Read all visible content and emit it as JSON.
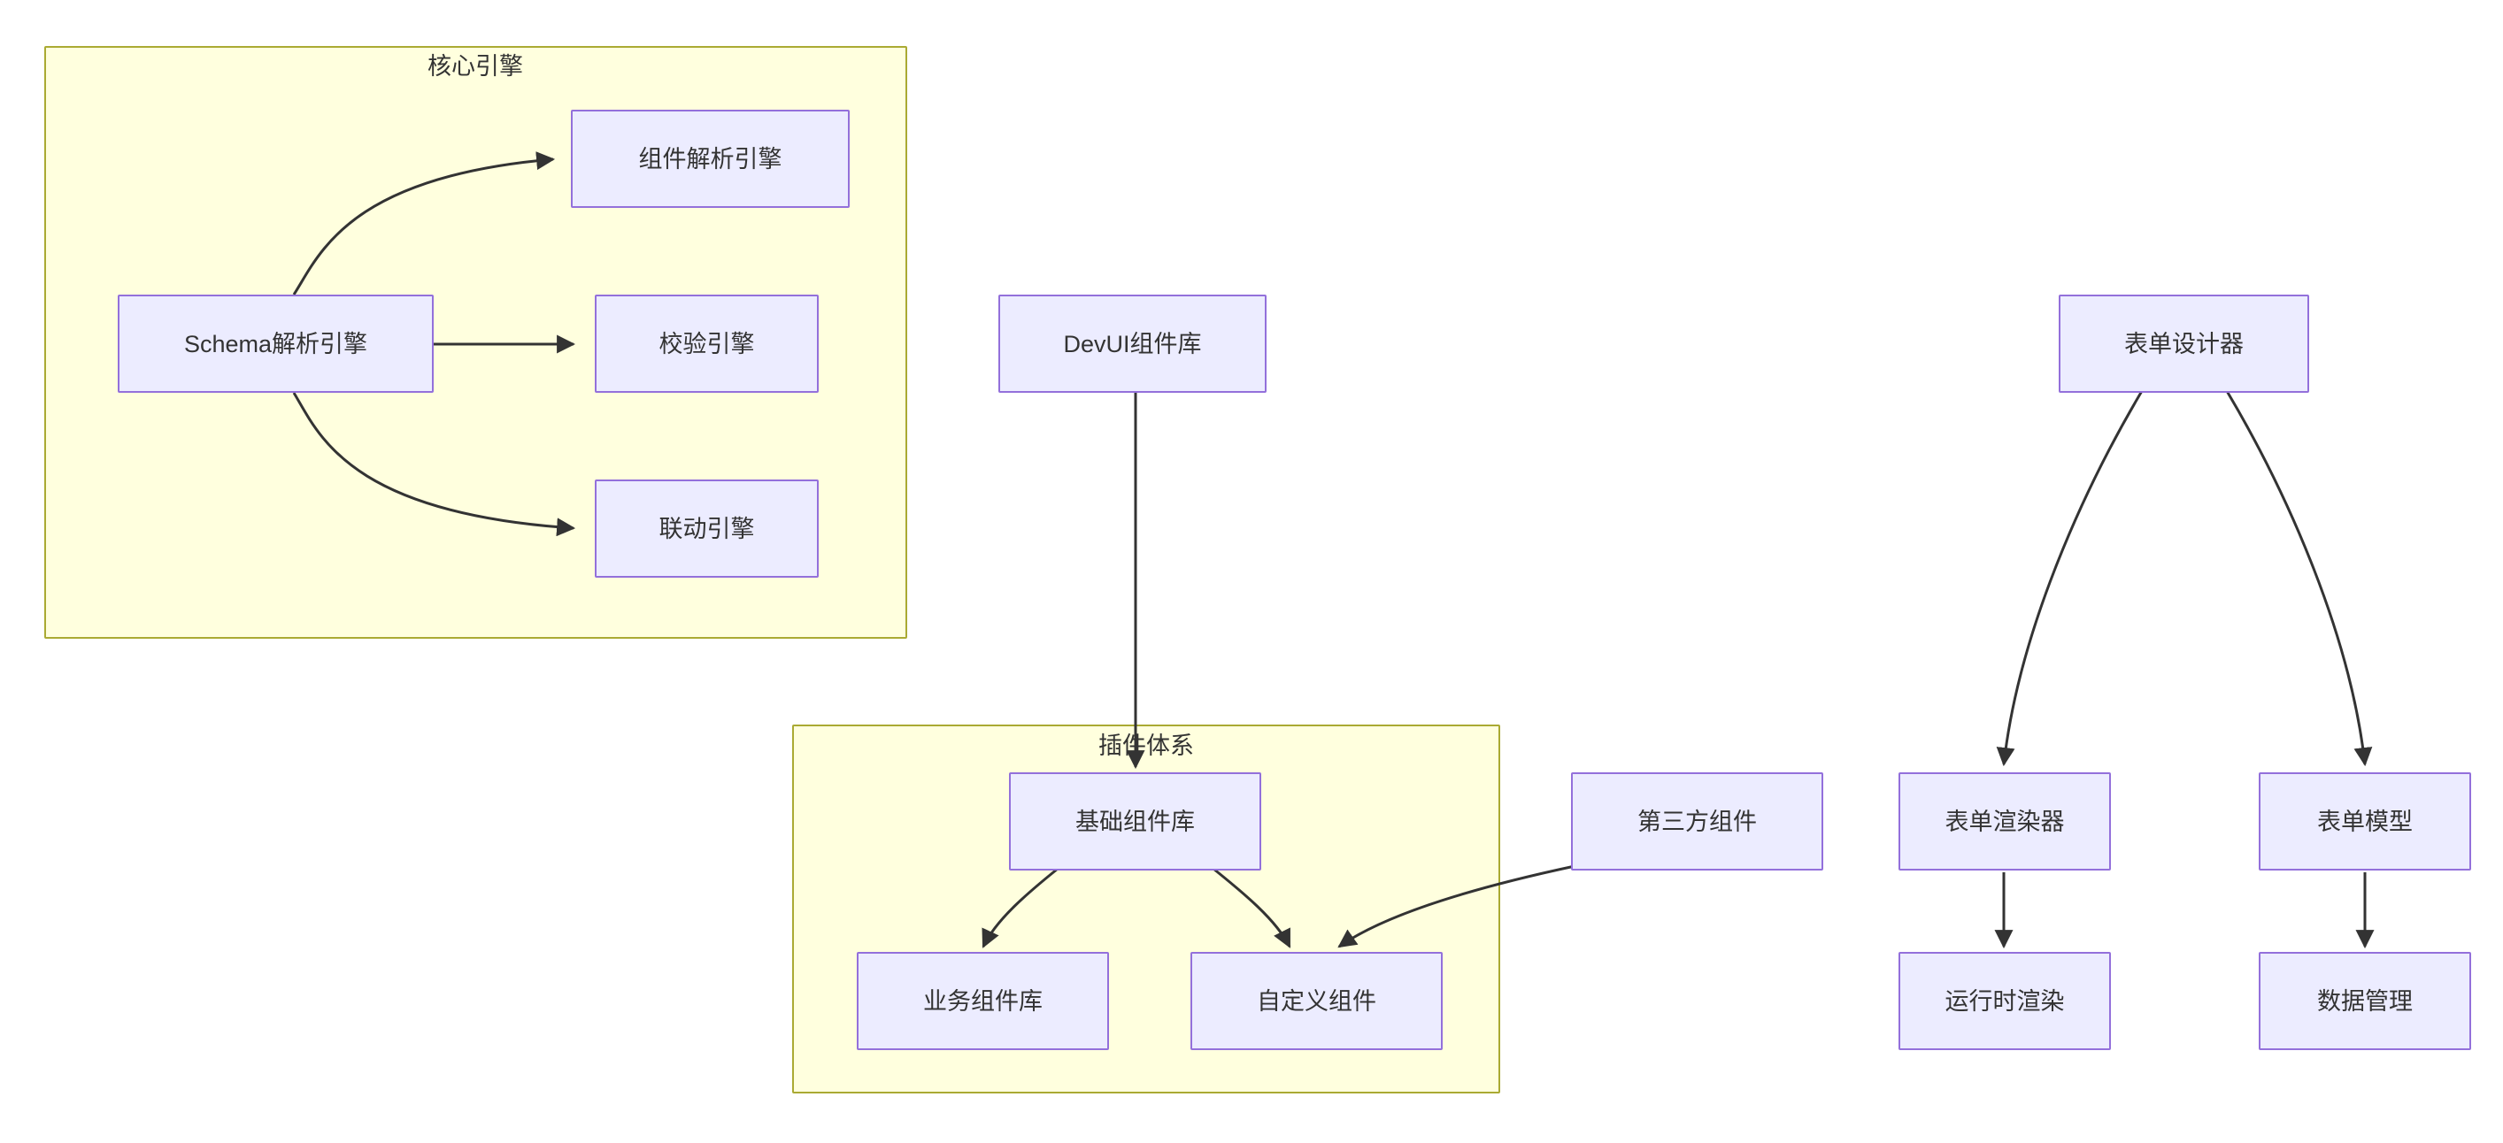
{
  "diagram": {
    "type": "flowchart",
    "title": "",
    "background": "#ffffff",
    "node_fill": "#ececff",
    "node_stroke": "#9370db",
    "cluster_fill": "#ffffde",
    "cluster_stroke": "#aaaa33",
    "edge_stroke": "#333333",
    "text_color": "#333333"
  },
  "clusters": [
    {
      "id": "core-engine",
      "title": "核心引擎"
    },
    {
      "id": "plugin-system",
      "title": "插件体系"
    }
  ],
  "nodes": [
    {
      "id": "schema-parser",
      "label": "Schema解析引擎"
    },
    {
      "id": "component-parser",
      "label": "组件解析引擎"
    },
    {
      "id": "validation-engine",
      "label": "校验引擎"
    },
    {
      "id": "linkage-engine",
      "label": "联动引擎"
    },
    {
      "id": "devui-library",
      "label": "DevUI组件库"
    },
    {
      "id": "base-component-library",
      "label": "基础组件库"
    },
    {
      "id": "business-component-library",
      "label": "业务组件库"
    },
    {
      "id": "custom-component",
      "label": "自定义组件"
    },
    {
      "id": "third-party-component",
      "label": "第三方组件"
    },
    {
      "id": "form-designer",
      "label": "表单设计器"
    },
    {
      "id": "form-renderer",
      "label": "表单渲染器"
    },
    {
      "id": "form-model",
      "label": "表单模型"
    },
    {
      "id": "runtime-render",
      "label": "运行时渲染"
    },
    {
      "id": "data-management",
      "label": "数据管理"
    }
  ],
  "edges": [
    {
      "from": "schema-parser",
      "to": "component-parser",
      "label": ""
    },
    {
      "from": "schema-parser",
      "to": "validation-engine",
      "label": ""
    },
    {
      "from": "schema-parser",
      "to": "linkage-engine",
      "label": ""
    },
    {
      "from": "devui-library",
      "to": "base-component-library",
      "label": ""
    },
    {
      "from": "base-component-library",
      "to": "business-component-library",
      "label": ""
    },
    {
      "from": "base-component-library",
      "to": "custom-component",
      "label": ""
    },
    {
      "from": "third-party-component",
      "to": "custom-component",
      "label": ""
    },
    {
      "from": "form-designer",
      "to": "form-renderer",
      "label": ""
    },
    {
      "from": "form-designer",
      "to": "form-model",
      "label": ""
    },
    {
      "from": "form-renderer",
      "to": "runtime-render",
      "label": ""
    },
    {
      "from": "form-model",
      "to": "data-management",
      "label": ""
    }
  ]
}
